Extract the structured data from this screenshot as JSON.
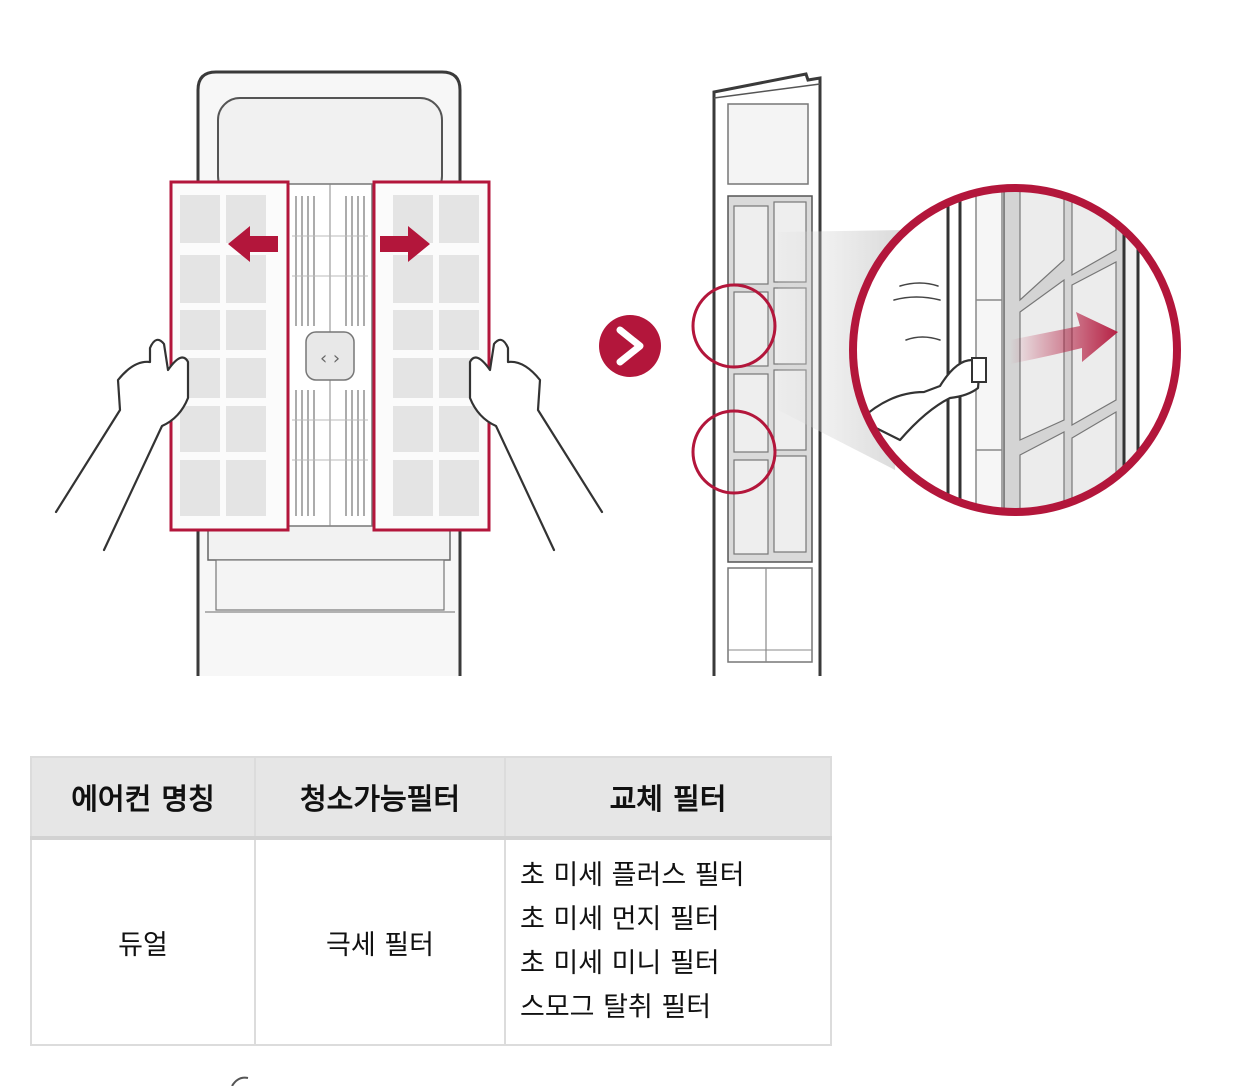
{
  "table": {
    "headers": [
      "에어컨 명칭",
      "청소가능필터",
      "교체 필터"
    ],
    "rows": [
      {
        "name": "듀얼",
        "cleanable": "극세 필터",
        "replacement": [
          "초 미세 플러스 필터",
          "초 미세 먼지 필터",
          "초 미세 미니 필터",
          "스모그 탈취 필터"
        ]
      }
    ]
  },
  "colors": {
    "accent": "#b3163b",
    "line": "#3a3a3a",
    "panel": "#e4e4e4",
    "header_bg": "#e6e6e6"
  },
  "icons": {
    "step_arrow": "chevron-right-circle-icon",
    "pull_arrows": "arrow-icon"
  }
}
